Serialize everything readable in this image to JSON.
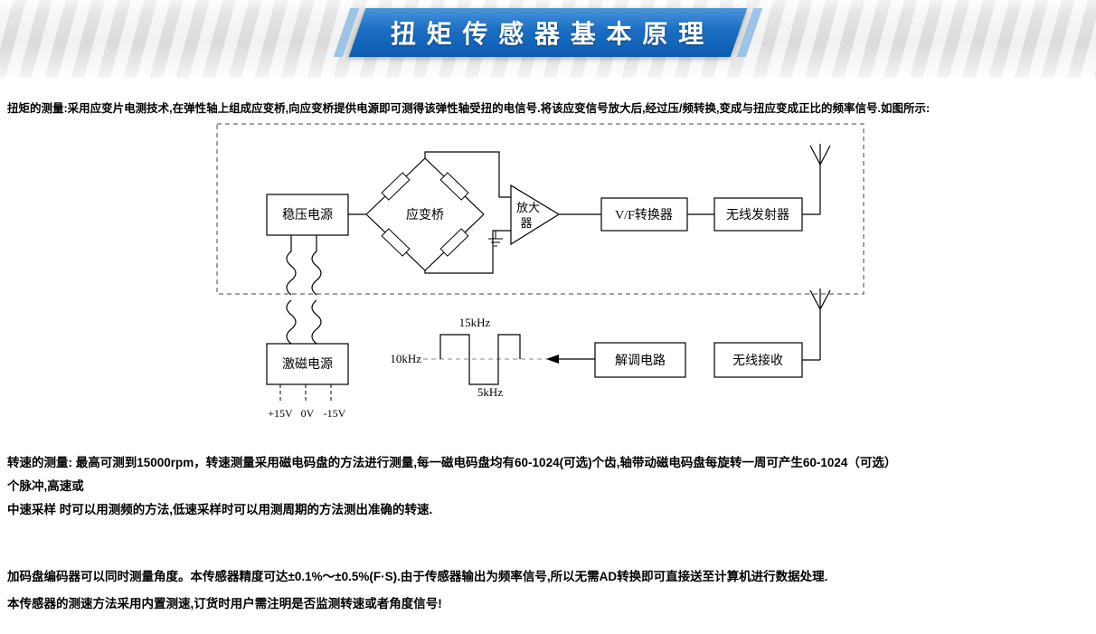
{
  "header": {
    "title": "扭 矩 传 感 器 基 本 原 理",
    "banner_color": "#1a6ec2"
  },
  "intro": {
    "text": "扭矩的测量:采用应变片电测技术,在弹性轴上组成应变桥,向应变桥提供电源即可测得该弹性轴受扭的电信号.将该应变信号放大后,经过压/频转换,变成与扭应变成正比的频率信号.如图所示:"
  },
  "diagram": {
    "regulated_power": "稳压电源",
    "strain_bridge": "应变桥",
    "amplifier_line1": "放大",
    "amplifier_line2": "器",
    "vf_converter": "V/F转换器",
    "wireless_transmitter": "无线发射器",
    "excitation_power": "激磁电源",
    "demodulation_circuit": "解调电路",
    "wireless_receiver": "无线接收",
    "freq_high": "15kHz",
    "freq_mid": "10kHz",
    "freq_low": "5kHz",
    "rail_positive": "+15V",
    "rail_zero": "0V",
    "rail_negative": "-15V"
  },
  "speed_measurement": {
    "line1": "转速的测量: 最高可测到15000rpm，转速测量采用磁电码盘的方法进行测量,每一磁电码盘均有60-1024(可选)个齿,轴带动磁电码盘每旋转一周可产生60-1024（可选）",
    "line2": "个脉冲,高速或",
    "line3": "中速采样 时可以用测频的方法,低速采样时可以用测周期的方法测出准确的转速."
  },
  "encoder_note": {
    "line1": "加码盘编码器可以同时测量角度。本传感器精度可达±0.1%～±0.5%(F·S).由于传感器输出为频率信号,所以无需AD转换即可直接送至计算机进行数据处理.",
    "line2": "本传感器的测速方法采用内置测速,订货时用户需注明是否监测转速或者角度信号!"
  }
}
